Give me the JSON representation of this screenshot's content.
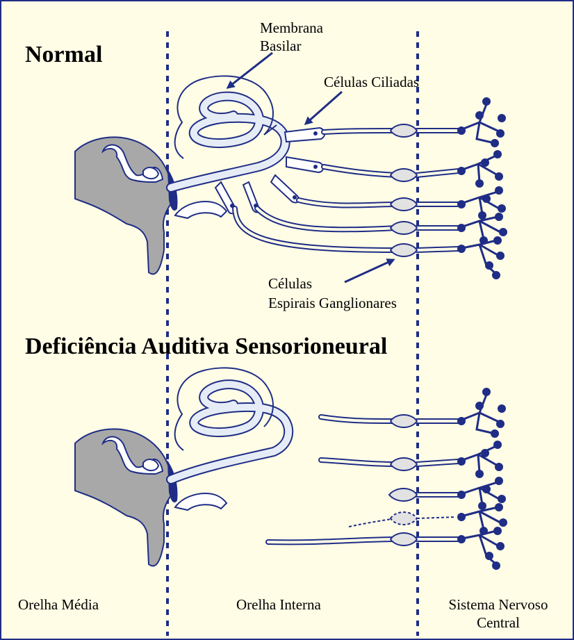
{
  "headings": {
    "normal": "Normal",
    "deficiency": "Deficiência Auditiva Sensorioneural"
  },
  "labels": {
    "basilar_membrane_line1": "Membrana",
    "basilar_membrane_line2": "Basilar",
    "hair_cells": "Células Ciliadas",
    "ganglion_cells_line1": "Células",
    "ganglion_cells_line2": "Espirais Ganglionares"
  },
  "regions": {
    "middle_ear": "Orelha Média",
    "inner_ear": "Orelha Interna",
    "cns_line1": "Sistema Nervoso",
    "cns_line2": "Central"
  },
  "colors": {
    "background": "#fffde6",
    "border": "#1f2d86",
    "ink": "#1f2d86",
    "bone": "#a8a8a8",
    "cochlea_fill": "#e6ecf6",
    "soma_fill": "#e2e2e2",
    "terminal": "#1f2d86"
  },
  "icons": {
    "arrow": "arrow-icon"
  }
}
